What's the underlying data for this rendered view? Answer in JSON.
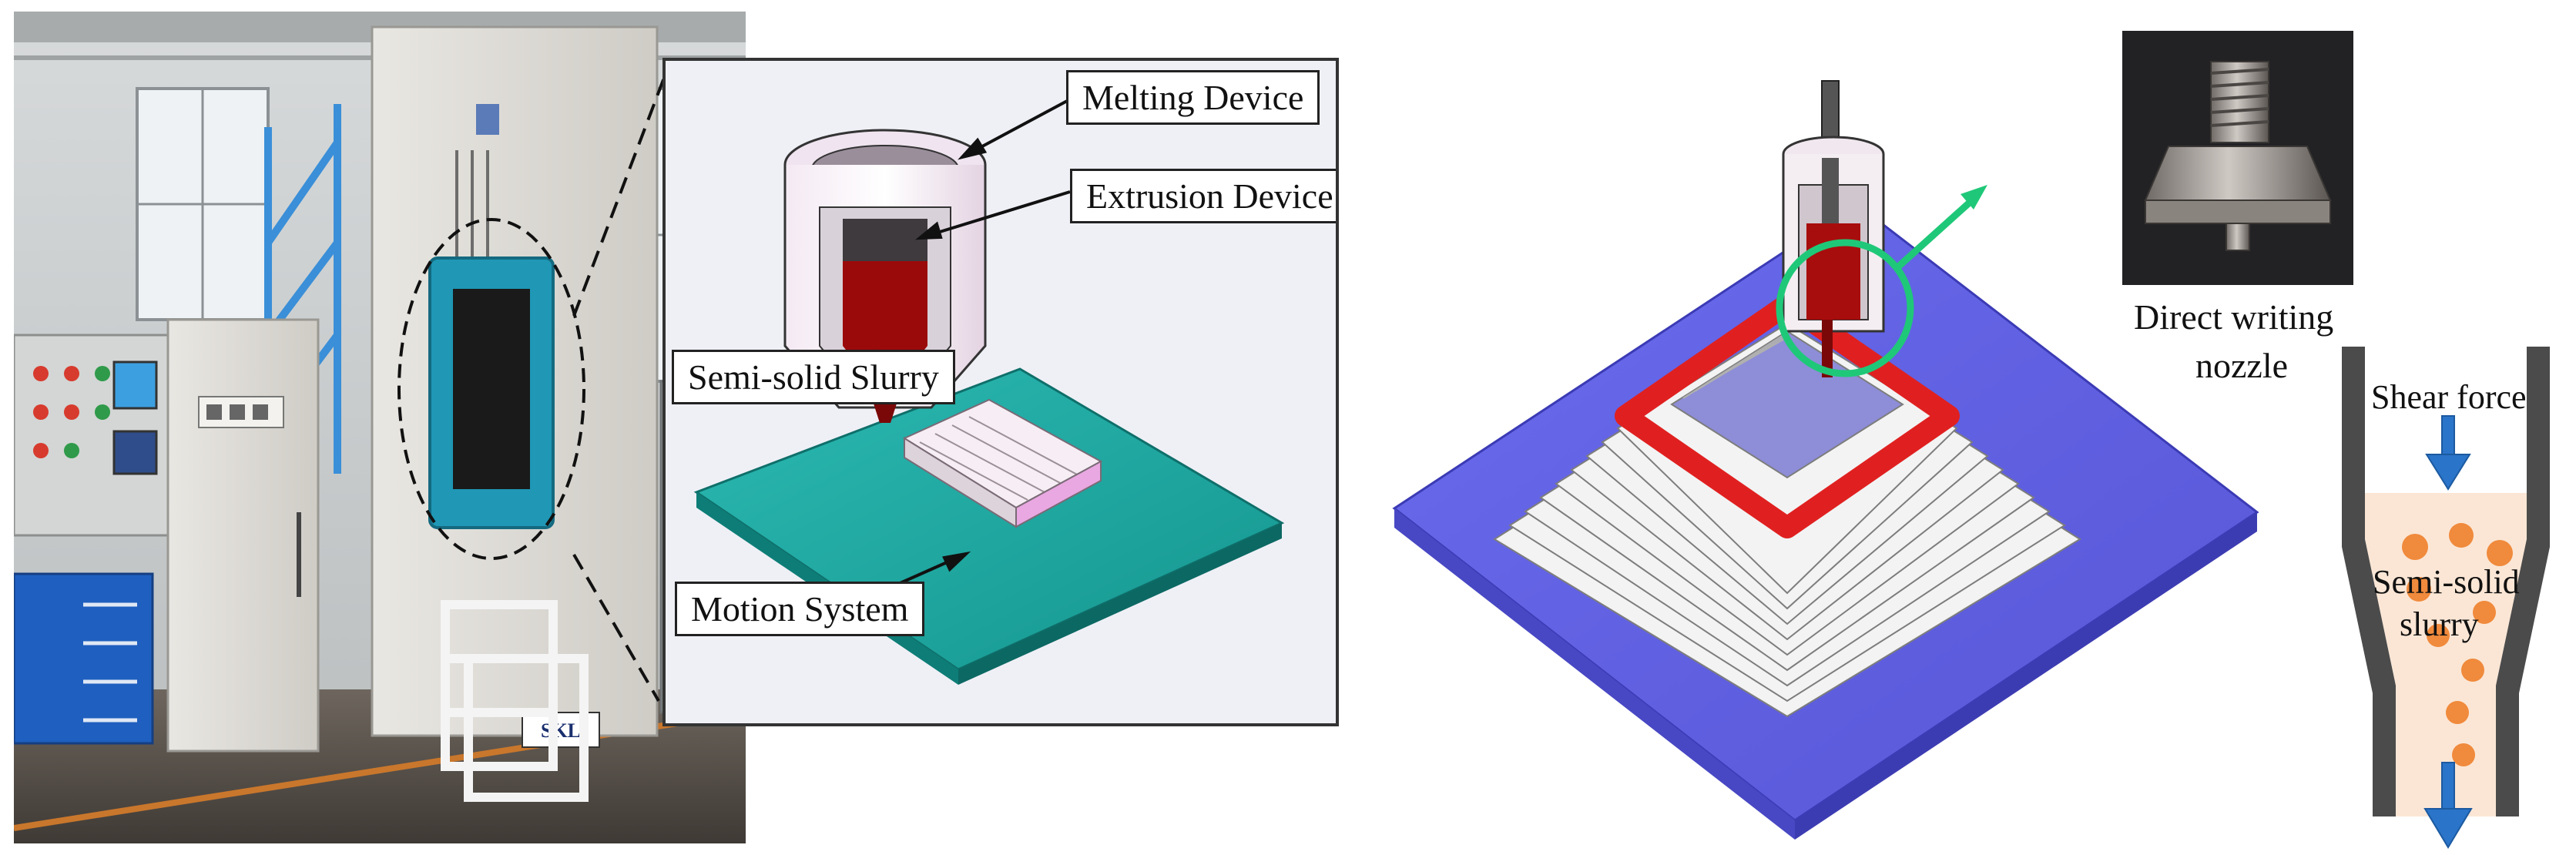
{
  "diagram": {
    "left_panel": {
      "machine_sign_text": "SKL",
      "callouts": [
        {
          "id": "melting",
          "label": "Melting Device"
        },
        {
          "id": "extrusion",
          "label": "Extrusion Device"
        },
        {
          "id": "slurry",
          "label": "Semi-solid Slurry"
        },
        {
          "id": "motion",
          "label": "Motion System"
        }
      ]
    },
    "right_panel": {
      "nozzle_photo_caption_line1": "Direct writing",
      "nozzle_photo_caption_line2": "nozzle",
      "detail_label_shear": "Shear force",
      "detail_label_slurry_line1": "Semi-solid",
      "detail_label_slurry_line2": "slurry"
    },
    "colors": {
      "table_teal": "#1aa7a0",
      "base_plate_purple": "#6464e6",
      "print_red": "#e02020",
      "slurry_red": "#9b0a0a",
      "highlight_green": "#1fc878",
      "shear_arrow_blue": "#2a74c9",
      "particle_orange": "#f08a3c"
    }
  }
}
